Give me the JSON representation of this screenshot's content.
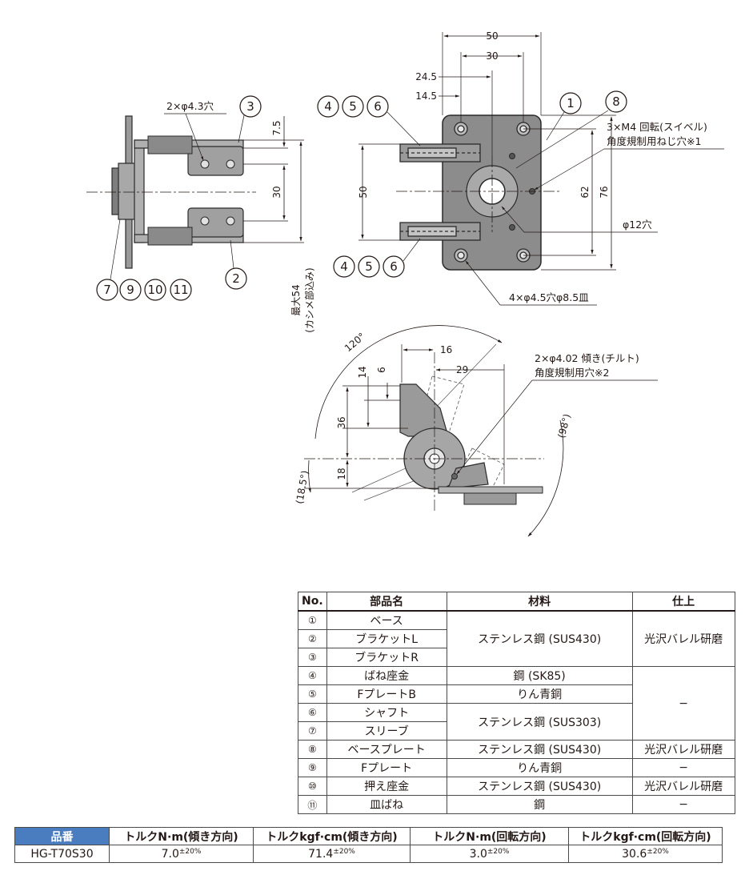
{
  "drawing": {
    "front_view": {
      "dims": {
        "width_50": "50",
        "width_30": "30",
        "offset_24_5": "24.5",
        "offset_14_5": "14.5",
        "height_50": "50",
        "height_62": "62",
        "height_76": "76"
      },
      "balloons_top": [
        "4",
        "5",
        "6"
      ],
      "balloons_bottom": [
        "4",
        "5",
        "6"
      ],
      "balloons_right": [
        "1",
        "8"
      ],
      "notes": {
        "swivel_screw_line1": "3×M4 回転(スイベル)",
        "swivel_screw_line2": "角度規制用ねじ穴※1",
        "center_hole": "φ12穴",
        "mount_holes": "4×φ4.5穴φ8.5皿"
      }
    },
    "side_view": {
      "dims": {
        "top_7_5": "7.5",
        "span_30": "30",
        "max_54_line1": "最大54",
        "max_54_line2": "(カシメ部込み)"
      },
      "notes": {
        "bracket_holes": "2×φ4.3穴"
      },
      "balloon_top": "3",
      "balloon_bottom": "2",
      "balloons_left": [
        "7",
        "9",
        "10",
        "11"
      ]
    },
    "tilt_view": {
      "dims": {
        "d16": "16",
        "d29": "29",
        "d14": "14",
        "d6": "6",
        "d36": "36",
        "d18": "18"
      },
      "angles": {
        "a120": "120°",
        "a98": "(98°)",
        "a18_5": "(18.5°)"
      },
      "notes": {
        "tilt_line1": "2×φ4.02 傾き(チルト)",
        "tilt_line2": "角度規制用穴※2"
      }
    }
  },
  "parts_table": {
    "headers": {
      "no": "No.",
      "name": "部品名",
      "material": "材料",
      "finish": "仕上"
    },
    "rows": [
      {
        "no": "①",
        "name": "ベース"
      },
      {
        "no": "②",
        "name": "ブラケットL"
      },
      {
        "no": "③",
        "name": "ブラケットR"
      },
      {
        "no": "④",
        "name": "ばね座金"
      },
      {
        "no": "⑤",
        "name": "FプレートB"
      },
      {
        "no": "⑥",
        "name": "シャフト"
      },
      {
        "no": "⑦",
        "name": "スリーブ"
      },
      {
        "no": "⑧",
        "name": "ベースプレート"
      },
      {
        "no": "⑨",
        "name": "Fプレート"
      },
      {
        "no": "⑩",
        "name": "押え座金"
      },
      {
        "no": "⑪",
        "name": "皿ばね"
      }
    ],
    "materials": {
      "m1_3": "ステンレス鋼 (SUS430)",
      "m4": "鋼 (SK85)",
      "m5": "りん青銅",
      "m6_7": "ステンレス鋼 (SUS303)",
      "m8": "ステンレス鋼 (SUS430)",
      "m9": "りん青銅",
      "m10": "ステンレス鋼 (SUS430)",
      "m11": "鋼"
    },
    "finishes": {
      "f1_3": "光沢バレル研磨",
      "f4_7": "−",
      "f8": "光沢バレル研磨",
      "f9": "−",
      "f10": "光沢バレル研磨",
      "f11": "−"
    }
  },
  "torque_table": {
    "headers": {
      "model": "品番",
      "tilt_nm": "トルクN·m(傾き方向)",
      "tilt_kgf": "トルクkgf·cm(傾き方向)",
      "rot_nm": "トルクN·m(回転方向)",
      "rot_kgf": "トルクkgf·cm(回転方向)"
    },
    "row": {
      "model": "HG-T70S30",
      "tilt_nm": "7.0",
      "tilt_kgf": "71.4",
      "rot_nm": "3.0",
      "rot_kgf": "30.6",
      "tolerance": "±20%"
    },
    "colors": {
      "header_bg": "#4a7cc0",
      "header_text": "#ffffff"
    }
  }
}
